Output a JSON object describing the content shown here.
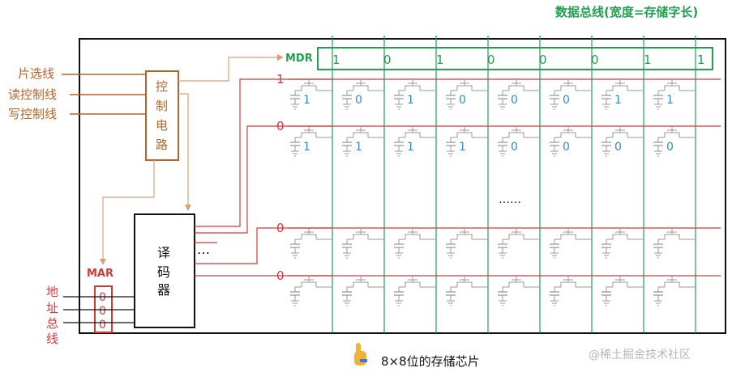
{
  "bus_title": "数据总线(宽度=存储字长)",
  "mdr": {
    "label": "MDR",
    "bits": [
      "1",
      "0",
      "1",
      "0",
      "0",
      "0",
      "1",
      "1"
    ]
  },
  "control": {
    "signals": [
      "片选线",
      "读控制线",
      "写控制线"
    ],
    "box_chars": [
      "控",
      "制",
      "电",
      "路"
    ]
  },
  "decoder": {
    "chars": [
      "译",
      "码",
      "器"
    ],
    "dots": "…"
  },
  "mar": {
    "label": "MAR",
    "bits": [
      "0",
      "0",
      "0"
    ]
  },
  "address_bus_chars": [
    "地",
    "址",
    "总",
    "线"
  ],
  "rows": [
    {
      "value": "1",
      "cells": [
        "1",
        "0",
        "1",
        "0",
        "0",
        "0",
        "1",
        "1"
      ]
    },
    {
      "value": "0",
      "cells": [
        "1",
        "1",
        "1",
        "1",
        "0",
        "0",
        "0",
        "0"
      ]
    },
    {
      "value": "0",
      "cells": [
        "",
        "",
        "",
        "",
        "",
        "",
        "",
        ""
      ]
    },
    {
      "value": "0",
      "cells": [
        "",
        "",
        "",
        "",
        "",
        "",
        "",
        ""
      ]
    }
  ],
  "middle_ellipsis": "……",
  "caption": "8×8位的存储芯片",
  "watermark": "@稀土掘金技术社区",
  "colors": {
    "data": "#22a050",
    "address": "#d23a3a",
    "control": "#b5652a",
    "cell": "#2c8fc4"
  }
}
